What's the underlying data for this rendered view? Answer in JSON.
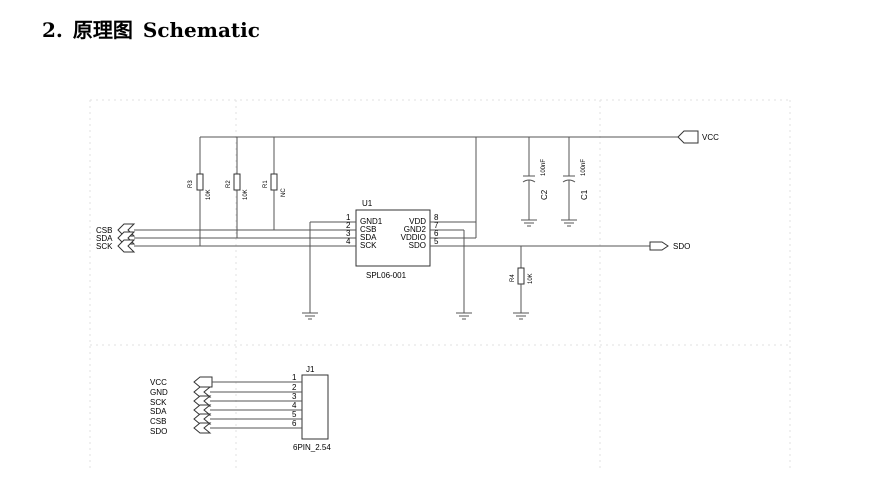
{
  "heading": {
    "number": "2.",
    "chinese": "原理图",
    "english": "Schematic"
  },
  "ic": {
    "ref": "U1",
    "name": "SPL06-001",
    "left_pins": [
      {
        "num": "1",
        "name": "GND1"
      },
      {
        "num": "2",
        "name": "CSB"
      },
      {
        "num": "3",
        "name": "SDA"
      },
      {
        "num": "4",
        "name": "SCK"
      }
    ],
    "right_pins": [
      {
        "num": "8",
        "name": "VDD"
      },
      {
        "num": "7",
        "name": "GND2"
      },
      {
        "num": "6",
        "name": "VDDIO"
      },
      {
        "num": "5",
        "name": "SDO"
      }
    ]
  },
  "nets": {
    "vcc": "VCC",
    "sdo": "SDO",
    "csb": "CSB",
    "sda": "SDA",
    "sck": "SCK"
  },
  "resistors": [
    {
      "ref": "R3",
      "value": "10K"
    },
    {
      "ref": "R2",
      "value": "10K"
    },
    {
      "ref": "R1",
      "value": "NC"
    },
    {
      "ref": "R4",
      "value": "10K"
    }
  ],
  "capacitors": [
    {
      "ref": "C2",
      "value": "100nF"
    },
    {
      "ref": "C1",
      "value": "100nF"
    }
  ],
  "connector": {
    "ref": "J1",
    "footprint": "6PIN_2.54",
    "pins": [
      {
        "num": "1",
        "net": "VCC"
      },
      {
        "num": "2",
        "net": "GND"
      },
      {
        "num": "3",
        "net": "SCK"
      },
      {
        "num": "4",
        "net": "SDA"
      },
      {
        "num": "5",
        "net": "CSB"
      },
      {
        "num": "6",
        "net": "SDO"
      }
    ]
  }
}
